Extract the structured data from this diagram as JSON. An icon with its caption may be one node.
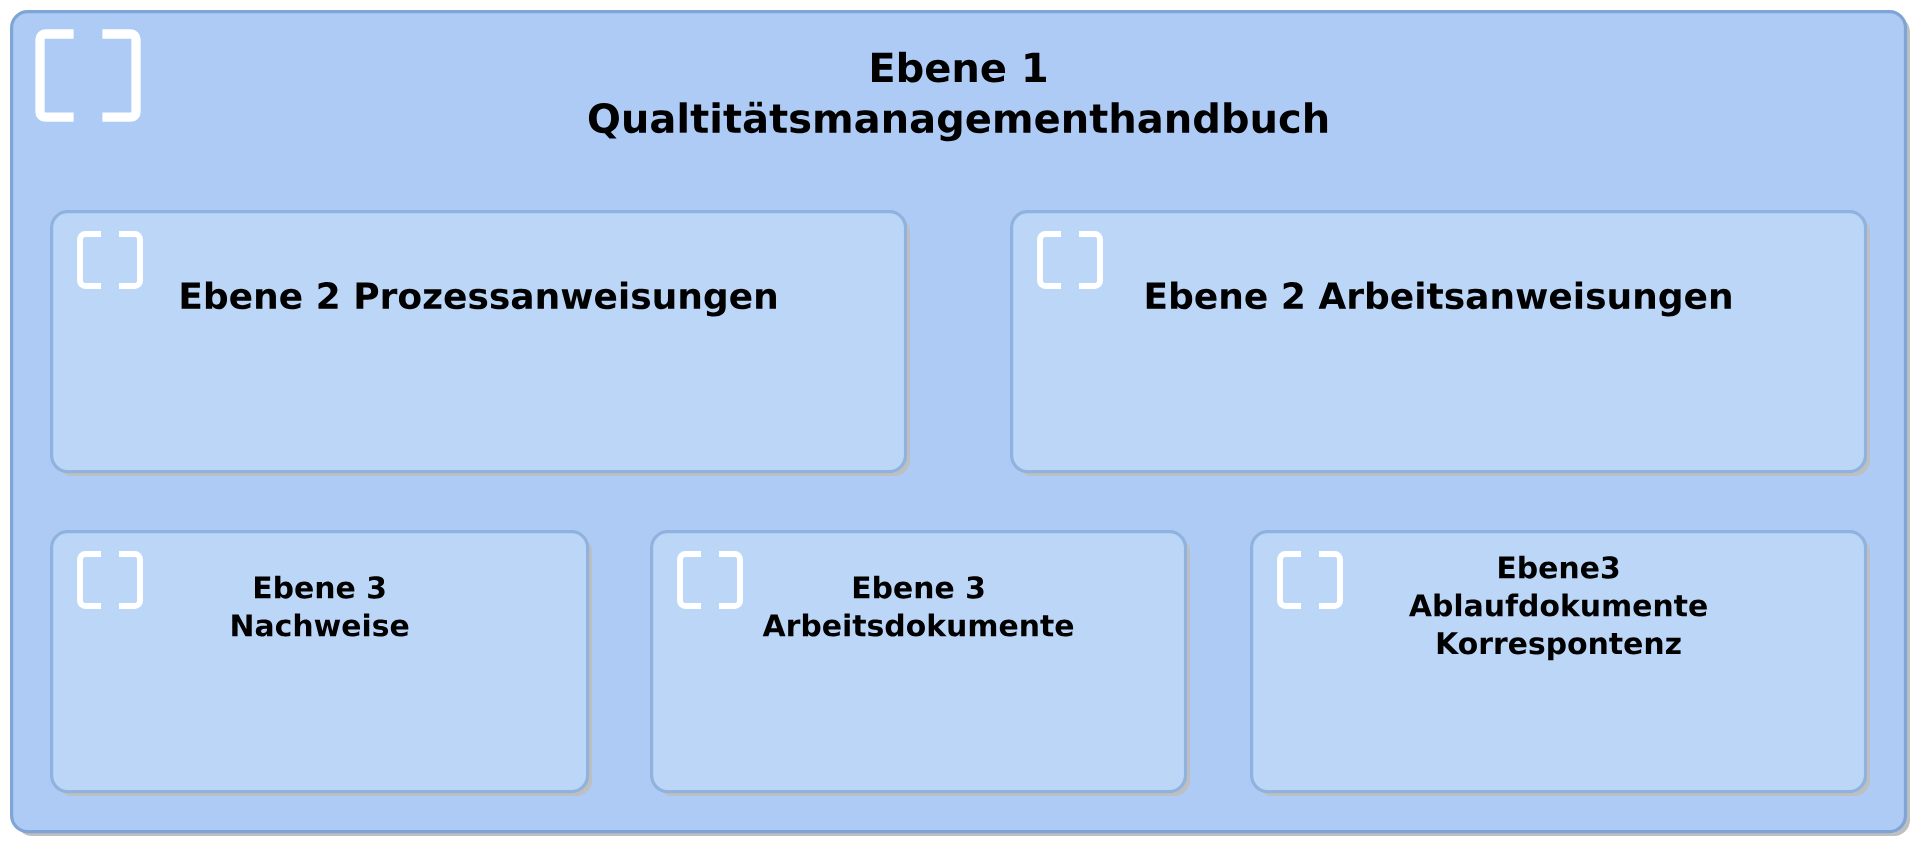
{
  "diagram": {
    "nodes": [
      {
        "text": [
          "Ebene 1 Qualtitätsmanagementhandbuch"
        ]
      },
      {
        "text": [
          "Ebene 2 Prozessanweisungen"
        ],
        "in": 0
      },
      {
        "text": [
          "Ebene 2 Arbeitsanweisungen"
        ],
        "in": 0
      },
      {
        "text": [
          "Ebene 3 Nachweise"
        ],
        "in": 0
      },
      {
        "text": [
          "Ebene 3 Arbeitsdokumente"
        ],
        "in": 0
      },
      {
        "text": [
          "Ebene3 Ablaufdokumente Korrespontenz"
        ],
        "in": 0
      }
    ]
  }
}
